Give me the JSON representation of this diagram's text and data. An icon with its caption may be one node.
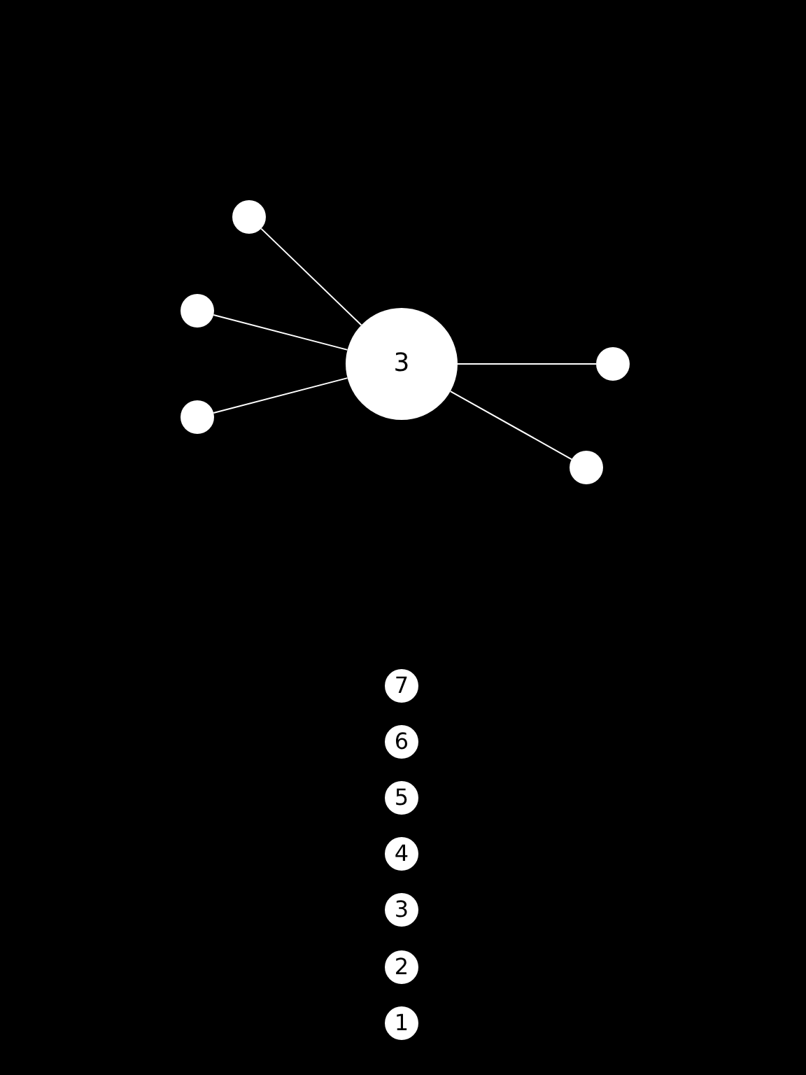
{
  "diagram": {
    "nodes": [
      {
        "text": [],
        "shape": "circle"
      },
      {
        "text": [],
        "shape": "circle"
      },
      {
        "text": [
          "3"
        ]
      },
      {
        "text": [],
        "shape": "circle"
      },
      {
        "text": [],
        "shape": "circle"
      },
      {
        "text": [],
        "shape": "circle"
      },
      {
        "text": [
          "7"
        ]
      },
      {
        "text": [
          "6"
        ]
      },
      {
        "text": [
          "5"
        ]
      },
      {
        "text": [
          "4"
        ]
      },
      {
        "text": [
          "3"
        ]
      },
      {
        "text": [
          "2"
        ]
      },
      {
        "text": [
          "1"
        ]
      }
    ],
    "edges": [
      {
        "from": 2,
        "to": 0,
        "arrow": "none"
      },
      {
        "from": 2,
        "to": 1,
        "arrow": "none"
      },
      {
        "from": 2,
        "to": 3,
        "arrow": "none"
      },
      {
        "from": 2,
        "to": 4,
        "arrow": "none"
      },
      {
        "from": 2,
        "to": 5,
        "arrow": "none"
      }
    ]
  }
}
